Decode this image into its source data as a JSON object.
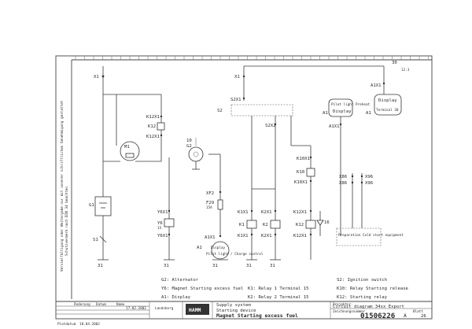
{
  "sheet": {
    "side_text_1": "Vervielfältigung oder Weitergabe nur mit unserer schriftlichen Genehmigung gestattet",
    "side_text_2": "Schutzvermerk nach DIN 34 beachten"
  },
  "components": {
    "x1_left": "X1",
    "k12x1_1": "K12X1",
    "k12_top": "K12",
    "k12x1_2": "K12X1",
    "m1": "M1",
    "g2": "G2",
    "g2_no": "10",
    "g1": "G1",
    "y6x1_top": "Y6X1",
    "y6": "Y6",
    "y6x1_bot": "Y6X1",
    "y6_no": "15",
    "xf2": "XF2",
    "f29": "F29",
    "f29_val": "15A",
    "a1x1_left": "A1X1",
    "a1_left": "A1",
    "a1_left_display": "Display",
    "a1_left_caption": "Pilot light / Charge control",
    "s1": "S1",
    "x1_mid": "X1",
    "s2x1": "S2X1",
    "s2": "S2",
    "s2x2": "S2X2",
    "k10x1_top": "K10X1",
    "k10": "K10",
    "k10x1_bot": "K10X1",
    "k1x1_top": "K1X1",
    "k1": "K1",
    "k1x1_bot": "K1X1",
    "k2x1_top": "K2X1",
    "k2": "K2",
    "k2x1_bot": "K2X1",
    "k12x1_right_top": "K12X1",
    "k12_right": "K12",
    "k12x1_right_bot": "K12X1",
    "a1_mid": "A1",
    "a1_mid_display": "Display",
    "a1_mid_caption": "Pilot light Preheat",
    "a1x1_mid": "A1X1",
    "a1_right": "A1",
    "a1x1_right": "A1X1",
    "a1_right_display": "Display",
    "a1_right_caption": "Terminal 30",
    "x86_1": "X86",
    "x86_2": "X86",
    "x96_1": "X96",
    "x96_2": "X96",
    "a1_preheat_caption": "Preparation Cold start equipment",
    "diode_no": "16",
    "ground_1": "31",
    "ground_2": "31",
    "ground_3": "31",
    "ground_4": "31",
    "ground_5": "31",
    "top_wire": "30",
    "ref_right": "12.3"
  },
  "legend": {
    "g2": "G2: Alternator",
    "y6": "Y6: Magnet Starting excess fuel",
    "a1": "A1: Display",
    "s2": "S2: Ignition switch",
    "k10": "K10: Relay Starting release",
    "k1": "K1: Relay 1 Terminal 15",
    "k2": "K2: Relay 2 Terminal 15",
    "k12": "K12: Starting relay"
  },
  "title_block": {
    "date": "17.02.2002",
    "office": "Landsberg",
    "brand": "HAMM",
    "line1": "Supply system",
    "line2": "Starting device",
    "line3": "Magnet Starting excess fuel",
    "project_label": "Projektnr.",
    "diagram_title": "Circuit diagram 34xx Export",
    "drawing_no_label": "Zeichnungsnummer",
    "drawing_no": "01506226",
    "index": "A",
    "sheet_label": "Blatt",
    "sheet_no": "26",
    "plot_label": "Plotdatum",
    "plot_date": "18.04.2002",
    "rev_col_1": "Änderung",
    "rev_col_2": "Datum",
    "rev_col_3": "Name"
  }
}
